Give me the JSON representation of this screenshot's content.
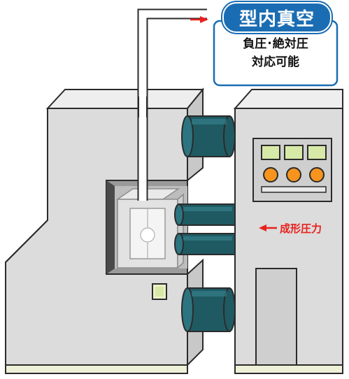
{
  "badge": {
    "title": "型内真空",
    "line1": "負圧･絶対圧",
    "line2": "対応可能"
  },
  "pressure_label": "成形圧力",
  "colors": {
    "machine_body": "#dcdcdc",
    "machine_outline": "#2b2b2b",
    "cylinder": "#1f5a63",
    "badge_blue": "#1b6db3",
    "arrow_red": "#e8211d",
    "knob_orange": "#f7941d",
    "display_green": "#d7e9a7"
  }
}
